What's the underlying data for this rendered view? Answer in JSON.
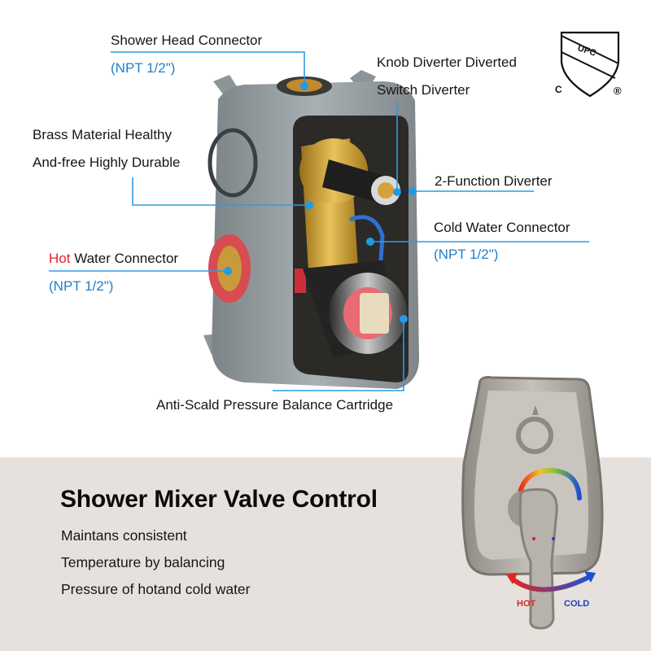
{
  "callouts": {
    "shower_head": {
      "label": "Shower Head Connector",
      "spec": "(NPT 1/2\")"
    },
    "knob_diverter": {
      "line1": "Knob Diverter Diverted",
      "line2": "Switch Diverter"
    },
    "brass": {
      "line1": "Brass Material Healthy",
      "line2": "And-free Highly Durable"
    },
    "two_function": {
      "label": "2-Function Diverter"
    },
    "cold_water": {
      "label": "Cold Water Connector",
      "spec": "(NPT 1/2\")"
    },
    "hot_water": {
      "hot_word": "Hot",
      "rest": " Water Connector",
      "spec": "(NPT 1/2\")"
    },
    "cartridge": {
      "label": "Anti-Scald Pressure Balance Cartridge"
    }
  },
  "certification": {
    "mark": "UPC",
    "left_letter": "C",
    "registered": "®"
  },
  "feature": {
    "title": "Shower Mixer Valve Control",
    "bullets": [
      "Maintans consistent",
      "Temperature by balancing",
      "Pressure of hotand cold water"
    ]
  },
  "trim": {
    "hot_label": "HOT",
    "cold_label": "COLD"
  },
  "colors": {
    "leader": "#2b9be6",
    "npt_text": "#1f7fc9",
    "hot": "#e0242a",
    "cold": "#1f3fc4",
    "band": "#e6e1dc"
  }
}
